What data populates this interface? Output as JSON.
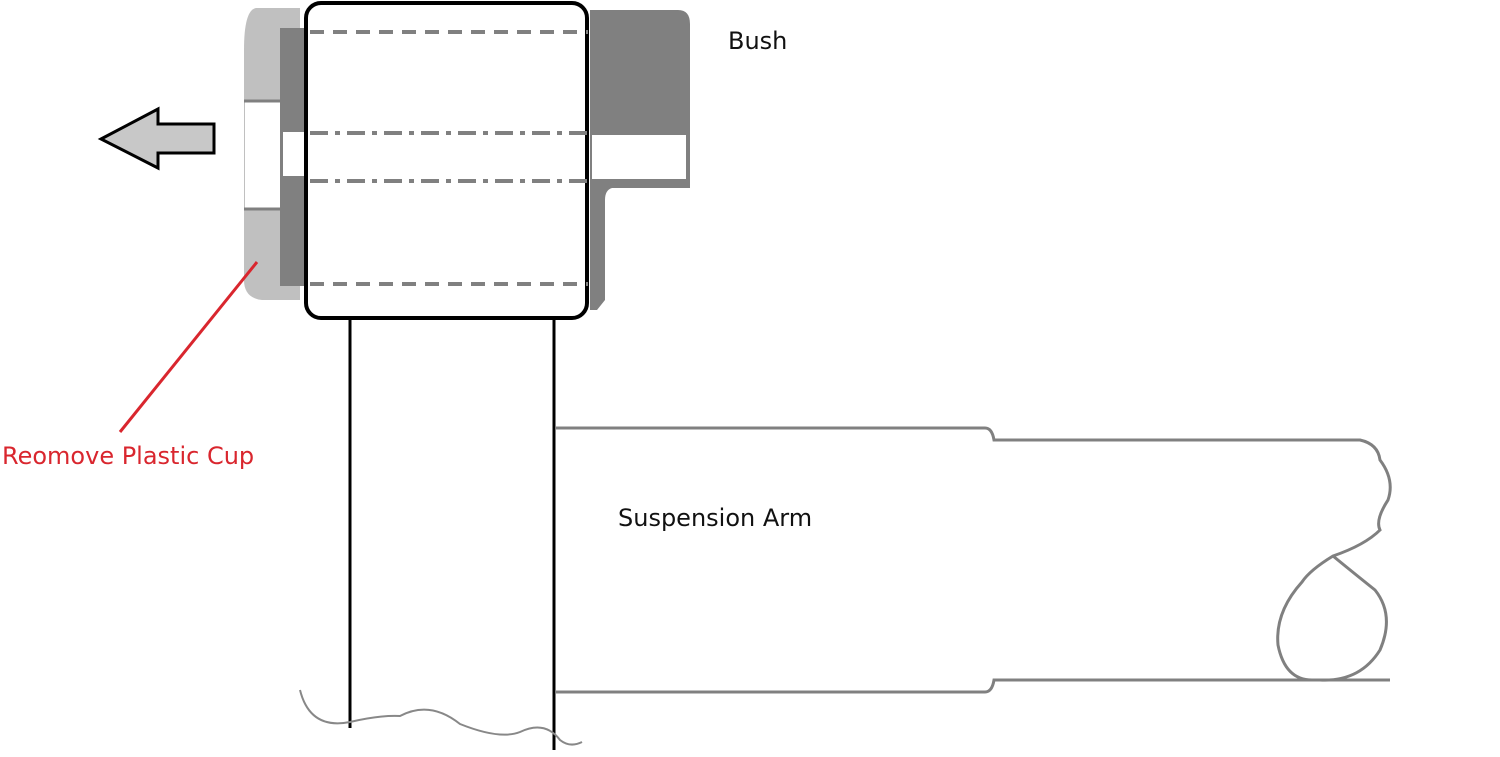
{
  "labels": {
    "bush": "Bush",
    "suspension_arm": "Suspension Arm",
    "remove_cup": "Reomove Plastic Cup"
  },
  "colors": {
    "cup_light": "#c0c0c0",
    "dark_gray": "#808080",
    "annotation_red": "#d9262e",
    "outline": "#000000"
  },
  "icons": [
    "arrow-left-icon"
  ]
}
